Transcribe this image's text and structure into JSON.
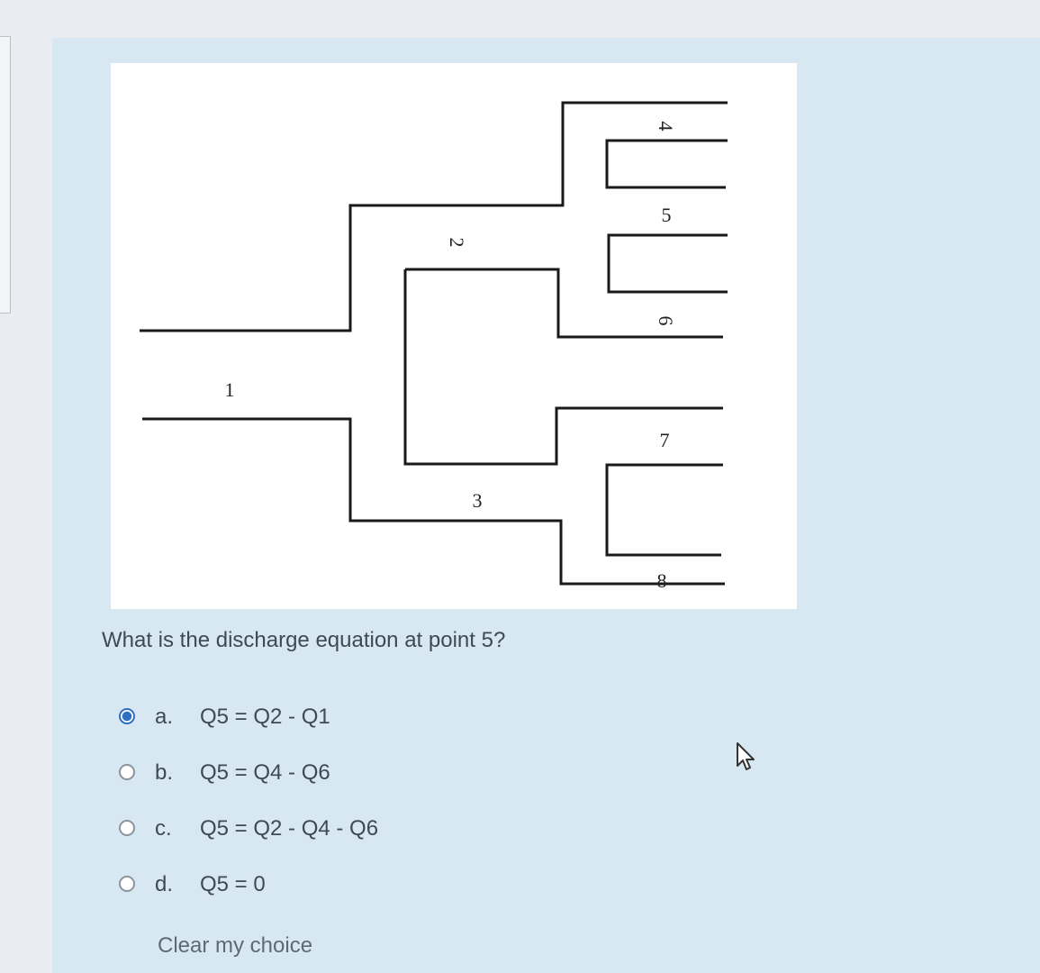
{
  "figure": {
    "labels": [
      "1",
      "2",
      "3",
      "4",
      "5",
      "6",
      "7",
      "8"
    ]
  },
  "question": {
    "text": "What is the discharge equation at point 5?",
    "options": [
      {
        "letter": "a.",
        "equation": "Q5 = Q2 - Q1",
        "selected": true
      },
      {
        "letter": "b.",
        "equation": "Q5 = Q4 - Q6",
        "selected": false
      },
      {
        "letter": "c.",
        "equation": "Q5 = Q2 - Q4 - Q6",
        "selected": false
      },
      {
        "letter": "d.",
        "equation": "Q5 = 0",
        "selected": false
      }
    ],
    "clear_label": "Clear my choice"
  },
  "colors": {
    "panel_background": "#d8e8f3",
    "radio_selected": "#2f6fbf",
    "text": "#3d4a55"
  },
  "icons": {
    "radio_selected": "radio-checked-icon",
    "radio_unselected": "radio-unchecked-icon",
    "cursor": "mouse-pointer-icon"
  }
}
